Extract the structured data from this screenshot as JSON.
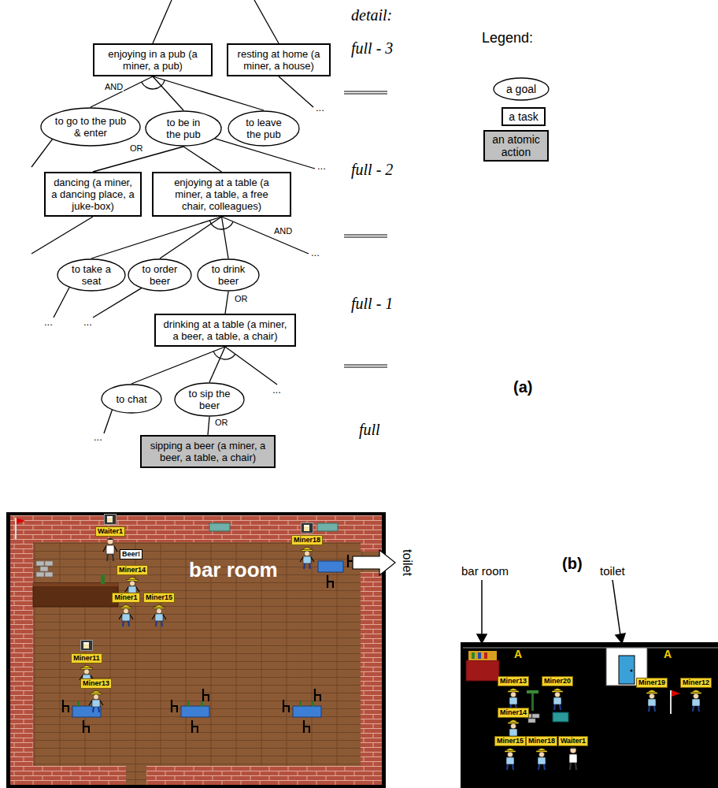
{
  "diagram": {
    "nodes": [
      {
        "text": [
          "enjoying in a pub (a miner, a pub)"
        ]
      },
      {
        "text": [
          "resting at home (a miner, a house)"
        ]
      },
      {
        "text": [
          "to go to the pub & enter"
        ]
      },
      {
        "text": [
          "to be in the pub"
        ]
      },
      {
        "text": [
          "to leave the pub"
        ]
      },
      {
        "text": [
          "dancing (a miner, a dancing place, a juke-box)"
        ]
      },
      {
        "text": [
          "enjoying at a table (a miner, a table, a free chair, colleagues)"
        ]
      },
      {
        "text": [
          "to take a seat"
        ]
      },
      {
        "text": [
          "to order beer"
        ]
      },
      {
        "text": [
          "to drink beer"
        ]
      },
      {
        "text": [
          "drinking at a table (a miner, a beer, a table, a chair)"
        ]
      },
      {
        "text": [
          "to chat"
        ]
      },
      {
        "text": [
          "to sip the beer"
        ]
      },
      {
        "text": [
          "sipping a beer (a miner, a beer, a table, a chair)"
        ]
      }
    ],
    "edges": [
      {
        "from": 0,
        "to": 2,
        "arrow": "none"
      },
      {
        "from": 0,
        "to": 3,
        "arrow": "none"
      },
      {
        "from": 0,
        "to": 4,
        "arrow": "none"
      },
      {
        "from": 3,
        "to": 5,
        "arrow": "none"
      },
      {
        "from": 3,
        "to": 6,
        "arrow": "none"
      },
      {
        "from": 6,
        "to": 7,
        "arrow": "none"
      },
      {
        "from": 6,
        "to": 8,
        "arrow": "none"
      },
      {
        "from": 6,
        "to": 9,
        "arrow": "none"
      },
      {
        "from": 9,
        "to": 10,
        "arrow": "none"
      },
      {
        "from": 10,
        "to": 11,
        "arrow": "none"
      },
      {
        "from": 10,
        "to": 12,
        "arrow": "none"
      },
      {
        "from": 12,
        "to": 13,
        "arrow": "none"
      }
    ],
    "labels": [
      "detail:",
      "Legend:",
      "full - 3",
      "...",
      "AND",
      "OR",
      "...",
      "full - 2",
      "AND",
      "...",
      "OR",
      "full - 1",
      "...",
      "...",
      "(a)",
      "...",
      "OR",
      "full",
      "...",
      "Waiter1",
      "(b)",
      "bar room",
      "toilet",
      "Beer!",
      "Miner18",
      "bar room",
      "toilet",
      "Miner14",
      "Miner1",
      "Miner15",
      "Miner11",
      "Miner13",
      "A",
      "A",
      "Miner13",
      "Miner20",
      "Miner19",
      "Miner12",
      "Miner14",
      "Miner15",
      "Miner18",
      "Waiter1"
    ],
    "legend": [
      {
        "text": "a goal"
      },
      {
        "text": "a task"
      },
      {
        "text": "an atomic action",
        "color": "#c0c0c0"
      }
    ]
  }
}
